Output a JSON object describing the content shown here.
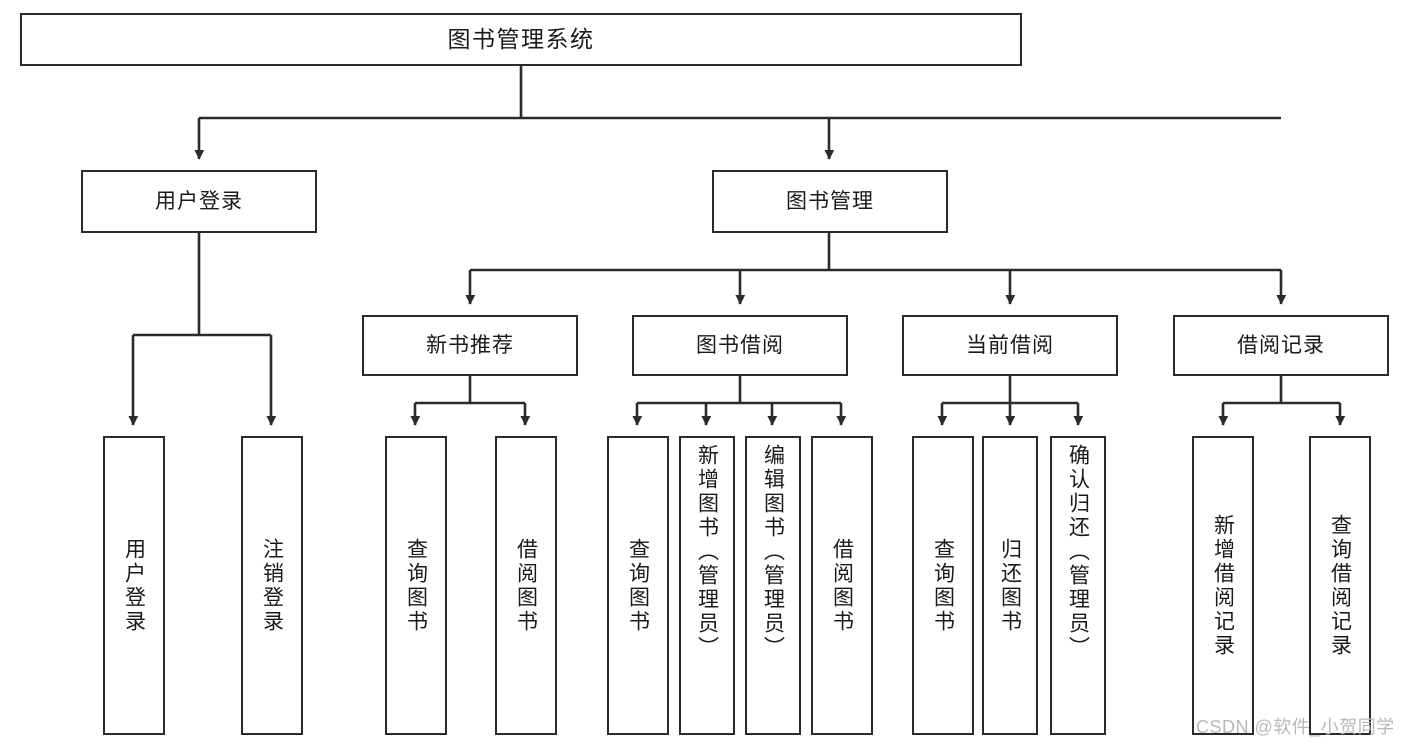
{
  "diagram": {
    "title": "图书管理系统",
    "type": "hierarchy-tree",
    "levels": 4,
    "level2": [
      {
        "label": "用户登录"
      },
      {
        "label": "图书管理"
      }
    ],
    "level3": [
      {
        "label": "新书推荐"
      },
      {
        "label": "图书借阅"
      },
      {
        "label": "当前借阅"
      },
      {
        "label": "借阅记录"
      }
    ],
    "leaves": {
      "user_login": [
        {
          "label": "用户登录"
        },
        {
          "label": "注销登录"
        }
      ],
      "new_book_recommend": [
        {
          "label": "查询图书"
        },
        {
          "label": "借阅图书"
        }
      ],
      "book_borrow": [
        {
          "label": "查询图书"
        },
        {
          "label": "新增图书（管理员）"
        },
        {
          "label": "编辑图书（管理员）"
        },
        {
          "label": "借阅图书"
        }
      ],
      "current_borrow": [
        {
          "label": "查询图书"
        },
        {
          "label": "归还图书"
        },
        {
          "label": "确认归还（管理员）"
        }
      ],
      "borrow_record": [
        {
          "label": "新增借阅记录"
        },
        {
          "label": "查询借阅记录"
        }
      ]
    }
  },
  "watermark": {
    "text": "CSDN @软件_小贺同学"
  },
  "colors": {
    "border": "#2b2b2b",
    "text": "#1a1a1a",
    "background": "#ffffff",
    "watermark": "#b9b9b9"
  }
}
